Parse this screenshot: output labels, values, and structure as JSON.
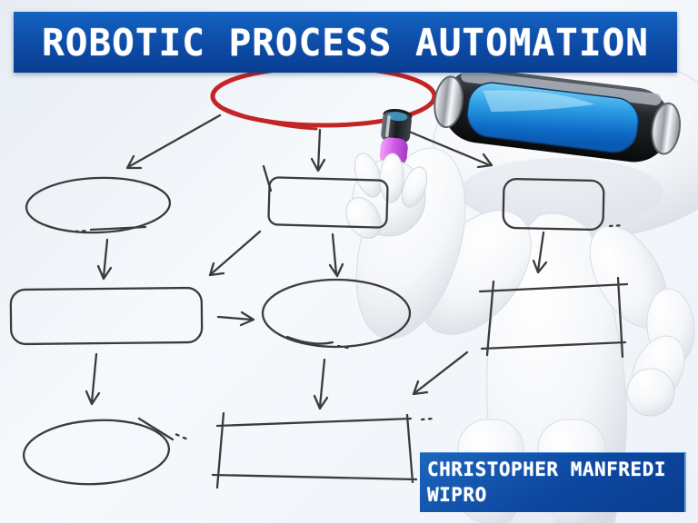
{
  "slide": {
    "title": "ROBOTIC PROCESS AUTOMATION",
    "author": "CHRISTOPHER MANFREDI",
    "company": "WIPRO"
  },
  "artwork": {
    "icons": [
      "robot-character",
      "visor-icon",
      "marker-pen-icon",
      "red-circle-annotation",
      "flowchart-sketch"
    ],
    "flowchart_nodes": [
      "ellipse-top-left",
      "rounded-rectangle-left",
      "rectangle-center",
      "ellipse-center",
      "rectangle-on-neck",
      "rectangle-on-chest",
      "ellipse-bottom-left",
      "wide-rectangle-bottom"
    ],
    "flowchart_node_labels": [
      "",
      "",
      "",
      "",
      "",
      "",
      "",
      ""
    ]
  },
  "colors": {
    "title_bar_blue": "#0d4ba6",
    "credit_box_blue": "#0d47a0",
    "visor_lens_blue": "#1788d8",
    "visor_band_black": "#1a1b1e",
    "marker_grip_magenta": "#d158e6",
    "annotation_red": "#c32424",
    "sketch_stroke": "#3b3b3b",
    "background_light": "#eef2f8",
    "text_white": "#ffffff"
  }
}
